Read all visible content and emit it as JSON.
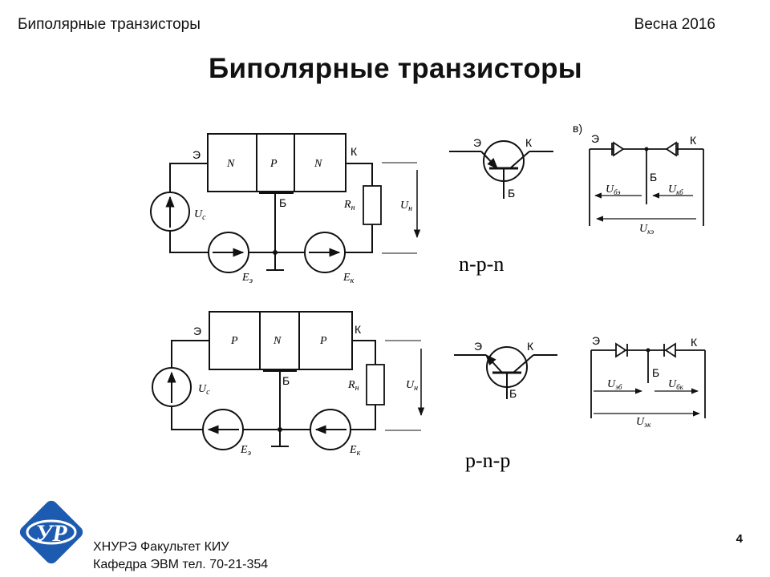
{
  "header": {
    "left": "Биполярные транзисторы",
    "right": "Весна 2016"
  },
  "title": "Биполярные транзисторы",
  "diagram": {
    "top": {
      "regions": [
        "N",
        "P",
        "N"
      ],
      "emitter": "Э",
      "collector": "К",
      "base": "Б",
      "u_source": "U",
      "u_source_sub": "с",
      "r_load": "R",
      "r_load_sub": "н",
      "u_load": "U",
      "u_load_sub": "н",
      "e_emitter": "E",
      "e_emitter_sub": "э",
      "e_collector": "E",
      "e_collector_sub": "к",
      "type_label": "n-p-n",
      "symbol_e": "Э",
      "symbol_c": "К",
      "symbol_b": "Б",
      "eq_tag": "в)",
      "eq_e": "Э",
      "eq_c": "К",
      "eq_b": "Б",
      "u1": "U",
      "u1_sub": "бэ",
      "u2": "U",
      "u2_sub": "кб",
      "u3": "U",
      "u3_sub": "кэ"
    },
    "bottom": {
      "regions": [
        "P",
        "N",
        "P"
      ],
      "emitter": "Э",
      "collector": "К",
      "base": "Б",
      "u_source": "U",
      "u_source_sub": "с",
      "r_load": "R",
      "r_load_sub": "н",
      "u_load": "U",
      "u_load_sub": "н",
      "e_emitter": "E",
      "e_emitter_sub": "э",
      "e_collector": "E",
      "e_collector_sub": "к",
      "type_label": "p-n-p",
      "symbol_e": "Э",
      "symbol_c": "К",
      "symbol_b": "Б",
      "eq_e": "Э",
      "eq_c": "К",
      "eq_b": "Б",
      "u1": "U",
      "u1_sub": "эб",
      "u2": "U",
      "u2_sub": "бк",
      "u3": "U",
      "u3_sub": "эк"
    }
  },
  "footer": {
    "line1": "ХНУРЭ Факультет КИУ",
    "line2": "Кафедра ЭВМ   тел. 70-21-354",
    "page": "4"
  },
  "logo": {
    "name": "university-logo",
    "color": "#1d5bb0",
    "text": "УР"
  }
}
